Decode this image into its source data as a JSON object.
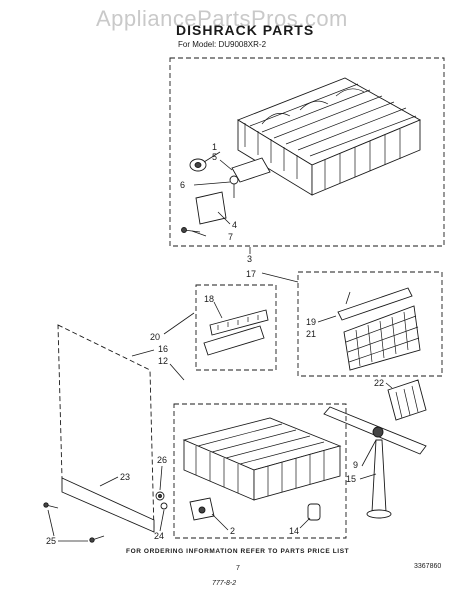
{
  "watermark": "AppliancePartsPros.com",
  "title": "DISHRACK PARTS",
  "subtitle": "For Model: DU9008XR-2",
  "footer_note": "FOR ORDERING INFORMATION REFER TO PARTS PRICE LIST",
  "page_number": "7",
  "drawing_number": "3367860",
  "date_code": "777-8-2",
  "callouts": {
    "c1": "1",
    "c2": "2",
    "c3": "3",
    "c4": "4",
    "c5": "5",
    "c6": "6",
    "c7": "7",
    "c9": "9",
    "c12": "12",
    "c14": "14",
    "c15": "15",
    "c16": "16",
    "c17": "17",
    "c18": "18",
    "c19": "19",
    "c20": "20",
    "c21": "21",
    "c22": "22",
    "c23": "23",
    "c24": "24",
    "c25": "25",
    "c26": "26"
  }
}
